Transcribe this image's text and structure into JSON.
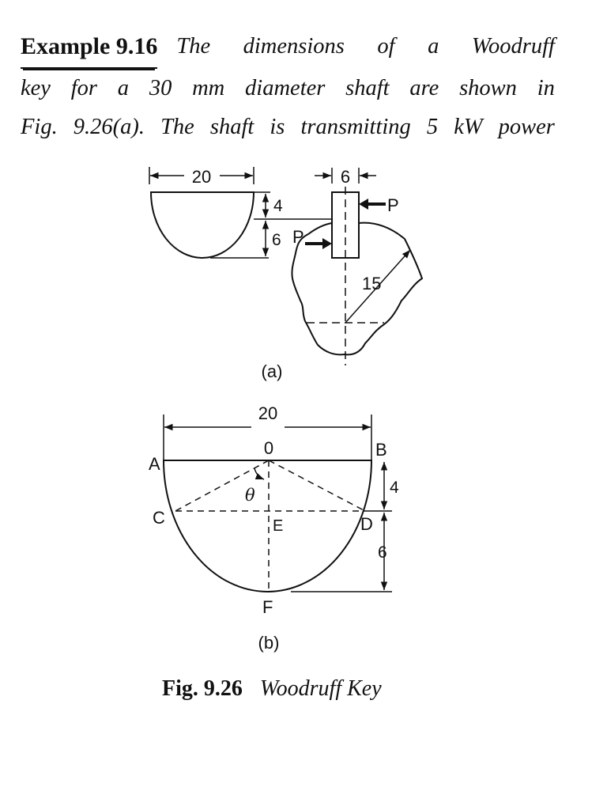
{
  "example": {
    "label": "Example 9.16",
    "line1_words": [
      "The",
      "dimensions",
      "of",
      "a",
      "Woodruff"
    ],
    "line2_words": [
      "key",
      "for",
      "a",
      "30",
      "mm",
      "diameter",
      "shaft",
      "are",
      "shown",
      "in"
    ],
    "line3_words": [
      "Fig.",
      "9.26(a).",
      "The",
      "shaft",
      "is",
      "transmitting",
      "5",
      "kW",
      "power"
    ]
  },
  "figure_a": {
    "width_label": "20",
    "depth_top_label": "4",
    "depth_bottom_label": "6",
    "key_width_label": "6",
    "force_label_right": "P",
    "force_label_left": "P",
    "radius_label": "15",
    "sub_label": "(a)"
  },
  "figure_b": {
    "width_label": "20",
    "point_o": "0",
    "point_a": "A",
    "point_b": "B",
    "point_c": "C",
    "point_d": "D",
    "point_e": "E",
    "point_f": "F",
    "angle_label": "θ",
    "dim_upper": "4",
    "dim_lower": "6",
    "sub_label": "(b)"
  },
  "caption": {
    "number": "Fig. 9.26",
    "title": "Woodruff Key"
  }
}
